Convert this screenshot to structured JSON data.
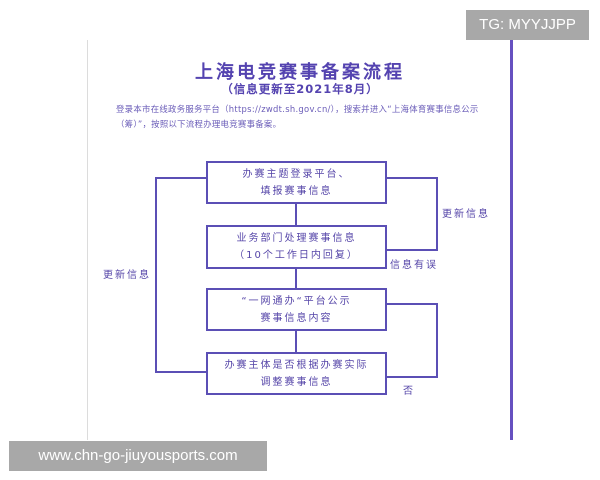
{
  "watermarks": {
    "top_right": "TG: MYYJJPP",
    "bottom_left": "www.chn-go-jiuyousports.com"
  },
  "header": {
    "title": "上海电竞赛事备案流程",
    "subtitle": "（信息更新至2021年8月）",
    "intro": "登录本市在线政务服务平台（https://zwdt.sh.gov.cn/），搜索并进入“上海体育赛事信息公示（筹）”，按照以下流程办理电竞赛事备案。"
  },
  "flowchart": {
    "steps": [
      {
        "line1": "办赛主题登录平台、",
        "line2": "填报赛事信息"
      },
      {
        "line1": "业务部门处理赛事信息",
        "line2": "（10个工作日内回复）"
      },
      {
        "line1": "“一网通办“平台公示",
        "line2": "赛事信息内容"
      },
      {
        "line1": "办赛主体是否根据办赛实际",
        "line2": "调整赛事信息"
      }
    ],
    "labels": {
      "right_loop_top": "更新信息",
      "error_info": "信息有误",
      "left_loop": "更新信息",
      "no": "否"
    }
  },
  "colors": {
    "accent": "#5b4fb5",
    "title": "#5443b0",
    "watermark_bg": "#a8a8a8"
  }
}
